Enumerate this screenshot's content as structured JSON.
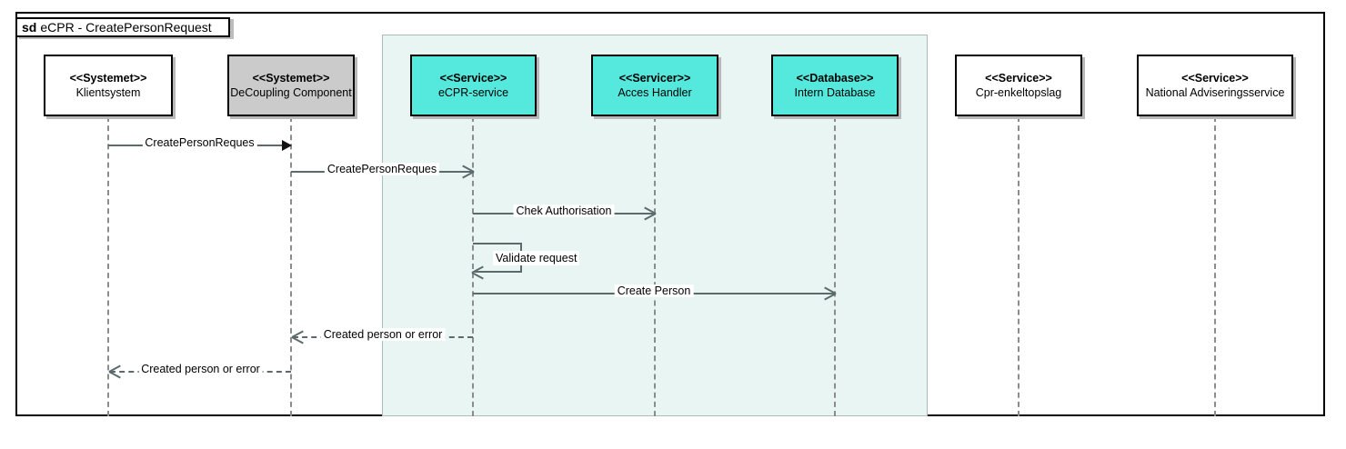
{
  "frame": {
    "keyword": "sd",
    "title": "eCPR - CreatePersonRequest"
  },
  "colors": {
    "service_fill": "#55e8dd",
    "system_fill": "#cbcbcb",
    "plain_fill": "#ffffff",
    "region_fill": "#e9f5f3",
    "line": "#5b6b6b",
    "lifeline": "#8c8c8c",
    "frame_border": "#000000",
    "shadow": "#b8b8b8"
  },
  "lifelines": [
    {
      "stereotype": "<<Systemet>>",
      "name": "Klientsystem",
      "fill": "white"
    },
    {
      "stereotype": "<<Systemet>>",
      "name": "DeCoupling Component",
      "fill": "gray"
    },
    {
      "stereotype": "<<Service>>",
      "name": "eCPR-service",
      "fill": "teal"
    },
    {
      "stereotype": "<<Servicer>>",
      "name": "Acces Handler",
      "fill": "teal"
    },
    {
      "stereotype": "<<Database>>",
      "name": "Intern Database",
      "fill": "teal"
    },
    {
      "stereotype": "<<Service>>",
      "name": "Cpr-enkeltopslag",
      "fill": "white"
    },
    {
      "stereotype": "<<Service>>",
      "name": "National Adviseringsservice",
      "fill": "white"
    }
  ],
  "messages": [
    {
      "label": "CreatePersonReques",
      "from": "Klientsystem",
      "to": "DeCoupling Component",
      "line": "solid",
      "arrow": "filled"
    },
    {
      "label": "CreatePersonReques",
      "from": "DeCoupling Component",
      "to": "eCPR-service",
      "line": "solid",
      "arrow": "open"
    },
    {
      "label": "Chek Authorisation",
      "from": "eCPR-service",
      "to": "Acces Handler",
      "line": "solid",
      "arrow": "open"
    },
    {
      "label": "Validate request",
      "from": "eCPR-service",
      "to": "eCPR-service",
      "line": "solid",
      "arrow": "open",
      "type": "self"
    },
    {
      "label": "Create Person",
      "from": "eCPR-service",
      "to": "Intern Database",
      "line": "solid",
      "arrow": "open"
    },
    {
      "label": "Created person or error",
      "from": "eCPR-service",
      "to": "DeCoupling Component",
      "line": "dashed",
      "arrow": "open",
      "type": "return"
    },
    {
      "label": "Created person or error",
      "from": "DeCoupling Component",
      "to": "Klientsystem",
      "line": "dashed",
      "arrow": "open",
      "type": "return"
    }
  ]
}
